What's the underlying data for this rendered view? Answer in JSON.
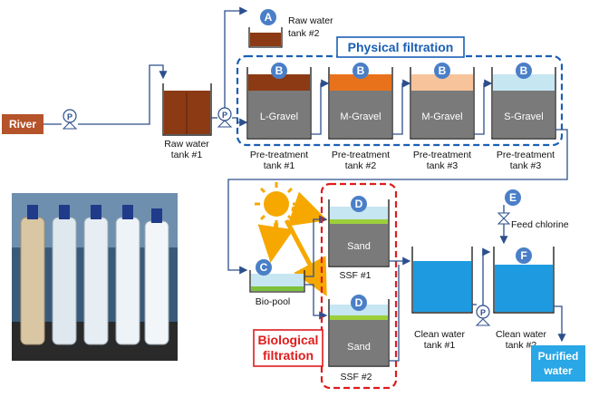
{
  "labels": {
    "river": "River",
    "raw_tank1": [
      "Raw water",
      "tank #1"
    ],
    "raw_tank2": [
      "Raw water",
      "tank #2"
    ],
    "physical_filtration": "Physical filtration",
    "biological_filtration": [
      "Biological",
      "filtration"
    ],
    "pre_tanks": [
      [
        "Pre-treatment",
        "tank #1"
      ],
      [
        "Pre-treatment",
        "tank #2"
      ],
      [
        "Pre-treatment",
        "tank #3"
      ],
      [
        "Pre-treatment",
        "tank #3"
      ]
    ],
    "gravel": [
      "L-Gravel",
      "M-Gravel",
      "M-Gravel",
      "S-Gravel"
    ],
    "sand": "Sand",
    "ssf1": "SSF #1",
    "ssf2": "SSF #2",
    "bio_pool": "Bio-pool",
    "clean_tank1": [
      "Clean water",
      "tank #1"
    ],
    "clean_tank2": [
      "Clean water",
      "tank #2"
    ],
    "feed_chlorine": "Feed chlorine",
    "purified": [
      "Purified",
      "water"
    ],
    "pump": "P"
  },
  "badges": {
    "a": "A",
    "b": "B",
    "c": "C",
    "d": "D",
    "e": "E",
    "f": "F"
  },
  "colors": {
    "river_box": "#b5532a",
    "tank_brown": "#8b3a14",
    "gravel_gray": "#7a7a7a",
    "tank_orange": "#e8721c",
    "tank_peach": "#f6c39b",
    "tank_lightblue": "#c6e6f2",
    "clean_water": "#1e9be0",
    "sand_green": "#9ccf3b",
    "badge_blue": "#4a7fc8",
    "physical_border": "#1a5fb4",
    "bio_border": "#e01b1b",
    "sun": "#f6a800",
    "purified_box": "#29a7e6"
  }
}
